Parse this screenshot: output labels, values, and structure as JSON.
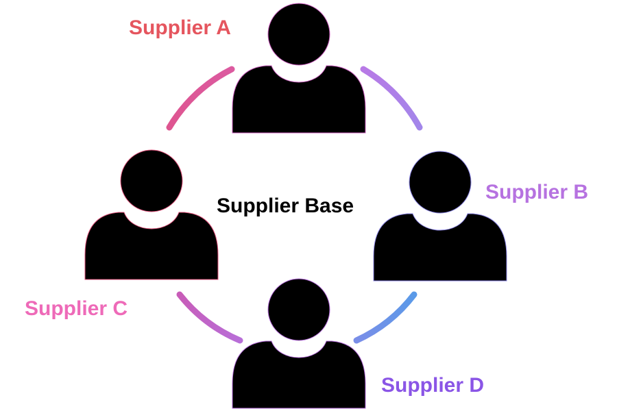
{
  "title": "Supplier Base",
  "suppliers": [
    {
      "label": "Supplier A",
      "color": "#e5555e"
    },
    {
      "label": "Supplier B",
      "color": "#b672e0"
    },
    {
      "label": "Supplier C",
      "color": "#ee6ab8"
    },
    {
      "label": "Supplier D",
      "color": "#8a55e6"
    }
  ],
  "icons": [
    "person-icon"
  ]
}
